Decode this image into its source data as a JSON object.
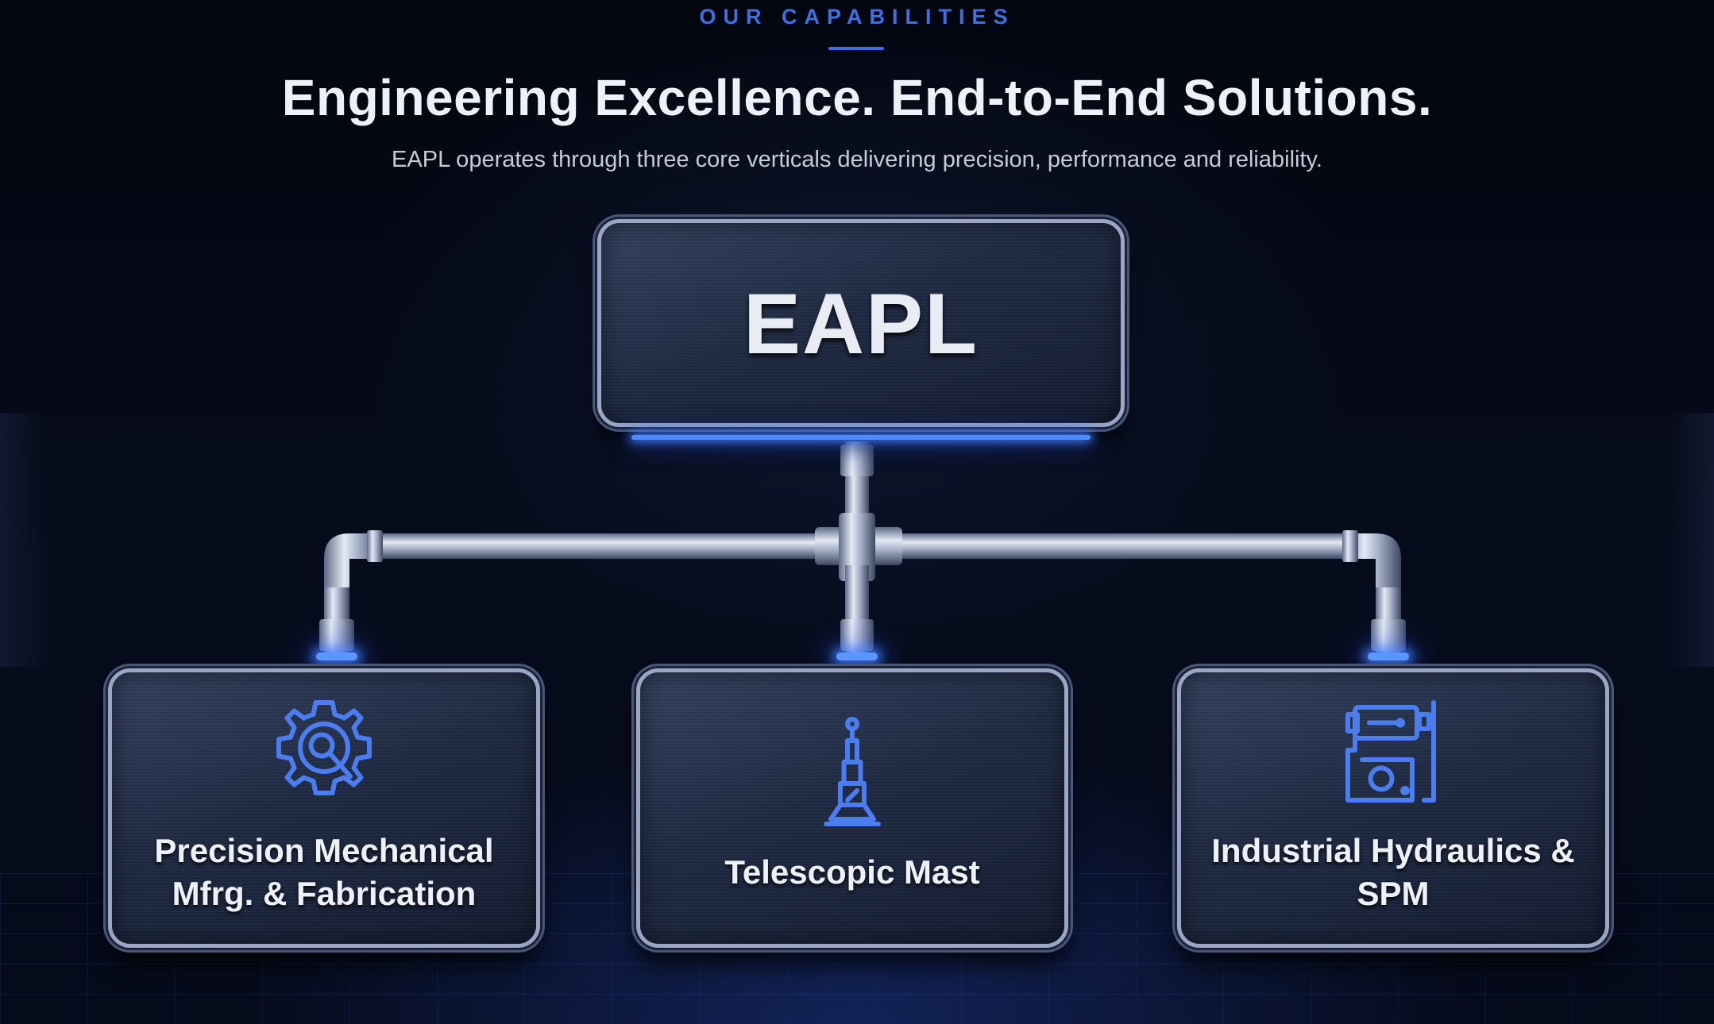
{
  "header": {
    "eyebrow": "OUR CAPABILITIES",
    "headline": "Engineering Excellence. End-to-End Solutions.",
    "subtitle": "EAPL operates through three core verticals delivering precision, performance and reliability."
  },
  "diagram": {
    "root": {
      "label": "EAPL"
    },
    "children": [
      {
        "label": "Precision Mechanical Mfrg. & Fabrication",
        "icon": "gear-wrench-icon"
      },
      {
        "label": "Telescopic Mast",
        "icon": "telescopic-mast-icon"
      },
      {
        "label": "Industrial Hydraulics & SPM",
        "icon": "hydraulic-machine-icon"
      }
    ]
  },
  "colors": {
    "accent": "#3f6fe0",
    "glow": "#4f8bff",
    "panel": "#1f2a43",
    "background": "#050914"
  }
}
